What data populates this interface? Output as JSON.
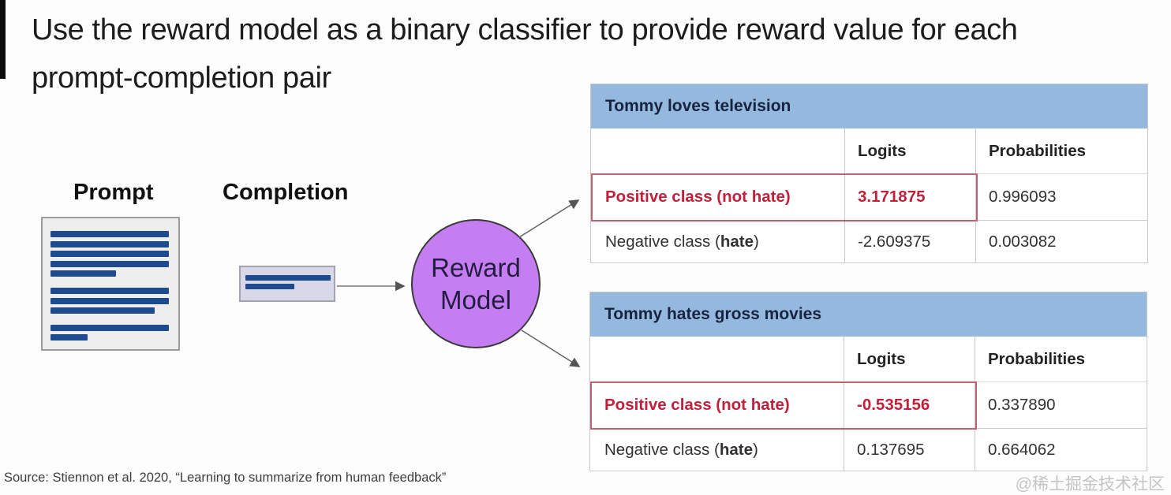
{
  "title": {
    "line1": "Use the reward model as a binary classifier to provide reward value for each",
    "line2": "prompt-completion pair"
  },
  "diagram": {
    "prompt_label": "Prompt",
    "completion_label": "Completion",
    "reward_model": {
      "line1": "Reward",
      "line2": "Model"
    }
  },
  "tables": [
    {
      "caption": "Tommy loves television",
      "columns": [
        "",
        "Logits",
        "Probabilities"
      ],
      "rows": [
        {
          "label": "Positive class (not hate)",
          "logits": "3.171875",
          "probability": "0.996093",
          "highlighted": true
        },
        {
          "label_prefix": "Negative class (",
          "label_bold": "hate",
          "label_suffix": ")",
          "logits": "-2.609375",
          "probability": "0.003082",
          "highlighted": false
        }
      ]
    },
    {
      "caption": "Tommy hates gross movies",
      "columns": [
        "",
        "Logits",
        "Probabilities"
      ],
      "rows": [
        {
          "label": "Positive class (not hate)",
          "logits": "-0.535156",
          "probability": "0.337890",
          "highlighted": true
        },
        {
          "label_prefix": "Negative class (",
          "label_bold": "hate",
          "label_suffix": ")",
          "logits": "0.137695",
          "probability": "0.664062",
          "highlighted": false
        }
      ]
    }
  ],
  "source": "Source: Stiennon et al. 2020, “Learning to summarize from human feedback”",
  "watermark": "@稀土掘金技术社区",
  "colors": {
    "header-blue": "#95b8de",
    "highlight-red": "#c2203a",
    "redbox-border": "#bd6272",
    "bar-blue": "#1e4a8e",
    "circle-purple": "#c57ef2",
    "completion-bg": "#d8d8e9",
    "prompt-bg": "#ededed",
    "title-text": "#1c1c1c"
  }
}
